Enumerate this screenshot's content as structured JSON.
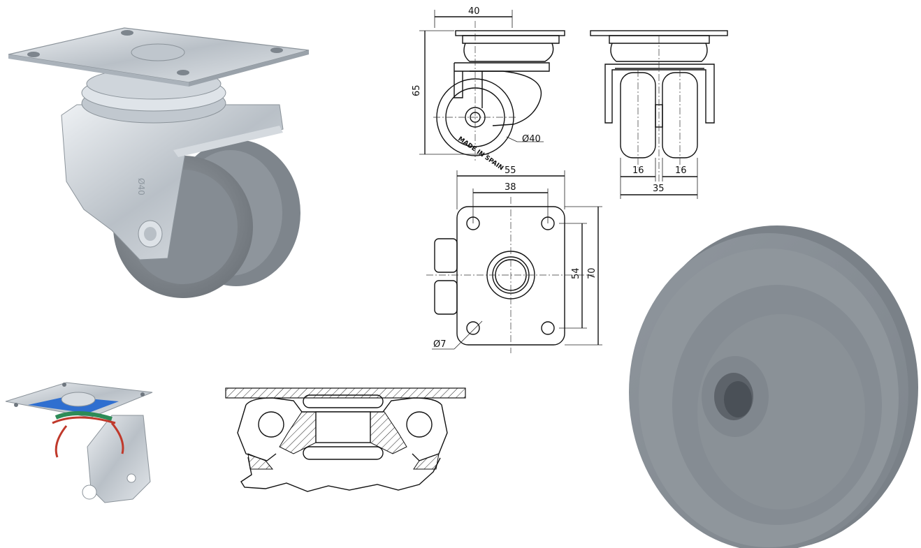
{
  "drawing": {
    "side_view": {
      "top_width": "40",
      "height": "65",
      "wheel_diameter": "Ø40",
      "wheel_text": "MADE IN SPAIN"
    },
    "front_view": {
      "wheel_width_left": "16",
      "wheel_width_right": "16",
      "overall_width": "35"
    },
    "plate_view": {
      "plate_length": "55",
      "hole_spacing_x": "38",
      "hole_spacing_y": "54",
      "plate_width": "70",
      "hole_diameter": "Ø7"
    }
  },
  "photos": {
    "caster_stamp": "Ø40"
  },
  "colors": {
    "zinc": "#c9ced3",
    "wheel_grey": "#8a9096",
    "section_blue": "#2f6fd0",
    "section_red": "#c0392b",
    "section_green": "#2e8b57"
  }
}
